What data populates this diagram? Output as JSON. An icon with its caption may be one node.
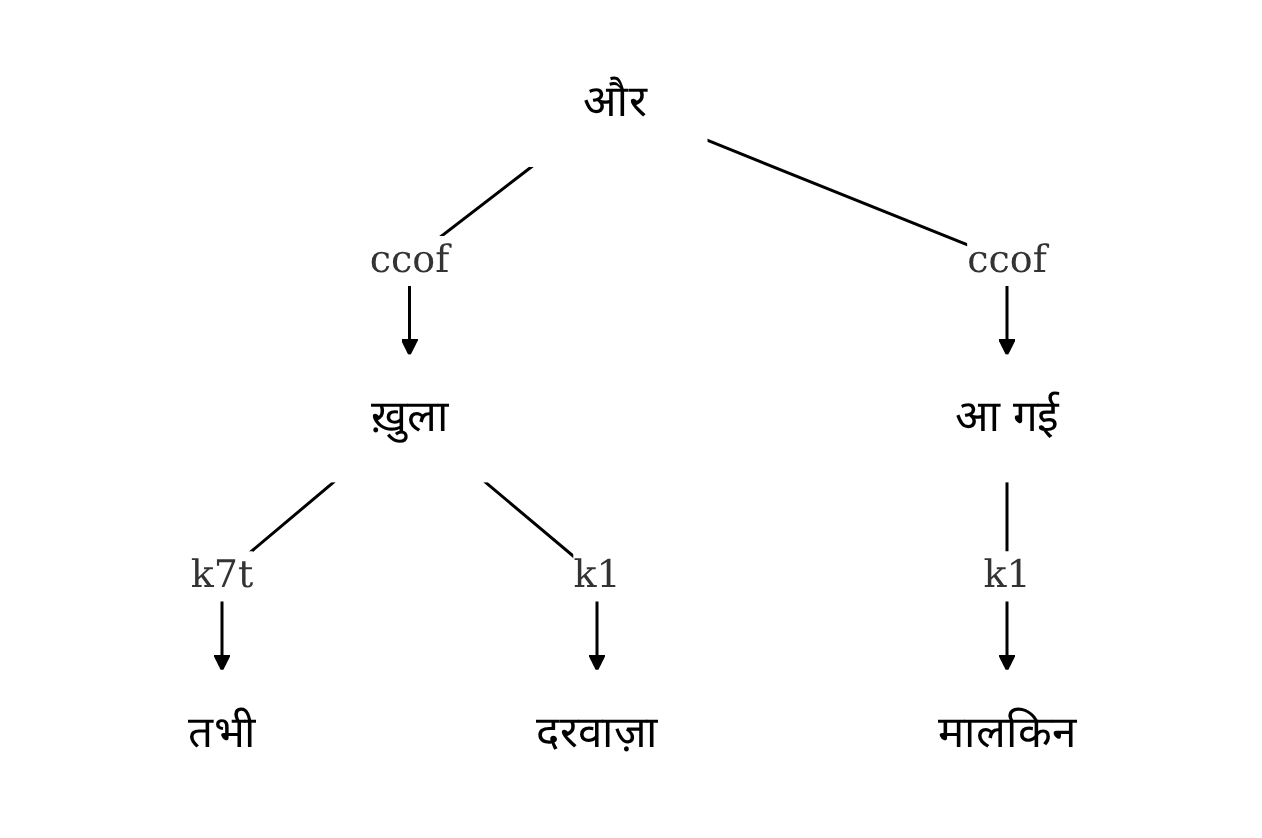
{
  "diagram": {
    "nodes": [
      {
        "text": [
          "और"
        ]
      },
      {
        "text": [
          "ख़ुला"
        ]
      },
      {
        "text": [
          "आ गई"
        ]
      },
      {
        "text": [
          "तभी"
        ]
      },
      {
        "text": [
          "दरवाज़ा"
        ]
      },
      {
        "text": [
          "मालकिन"
        ]
      }
    ],
    "edges": [
      {
        "from": 0,
        "to": 1,
        "arrow": "to",
        "label": "ccof"
      },
      {
        "from": 0,
        "to": 2,
        "arrow": "to",
        "label": "ccof"
      },
      {
        "from": 1,
        "to": 3,
        "arrow": "to",
        "label": "k7t"
      },
      {
        "from": 1,
        "to": 4,
        "arrow": "to",
        "label": "k1"
      },
      {
        "from": 2,
        "to": 5,
        "arrow": "to",
        "label": "k1"
      }
    ]
  }
}
